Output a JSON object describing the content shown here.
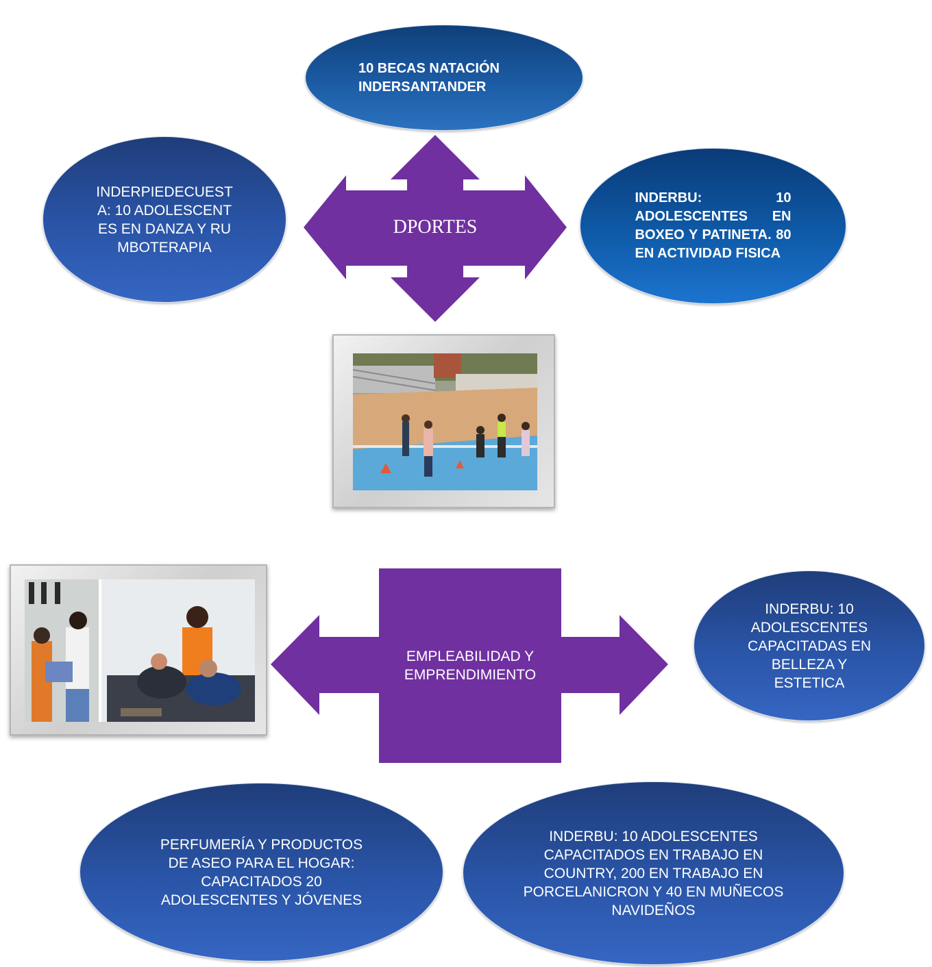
{
  "colors": {
    "ellipse_blue": "#2a55a8",
    "arrow_purple": "#7030a0",
    "text_white": "#ffffff"
  },
  "deportes": {
    "center_label": "DPORTES",
    "top_ellipse": "10 BECAS NATACIÓN INDERSANTANDER",
    "left_ellipse": "INDERPIEDECUESTA: 10 ADOLESCENTES EN DANZA Y RUMBOTERAPIA",
    "right_ellipse": "INDERBU: 10 ADOLESCENTES EN BOXEO Y PATINETA. 80 EN ACTIVIDAD FISICA"
  },
  "empleabilidad": {
    "center_label": "EMPLEABILIDAD Y EMPRENDIMIENTO",
    "right_ellipse": "INDERBU: 10 ADOLESCENTES CAPACITADAS EN BELLEZA Y ESTETICA",
    "bottom_left_ellipse": "PERFUMERÍA Y PRODUCTOS DE ASEO PARA EL HOGAR: CAPACITADOS 20 ADOLESCENTES Y JÓVENES",
    "bottom_right_ellipse": "INDERBU: 10 ADOLESCENTES CAPACITADOS EN TRABAJO EN COUNTRY, 200 EN TRABAJO EN PORCELANICRON Y 40 EN MUÑECOS NAVIDEÑOS"
  }
}
